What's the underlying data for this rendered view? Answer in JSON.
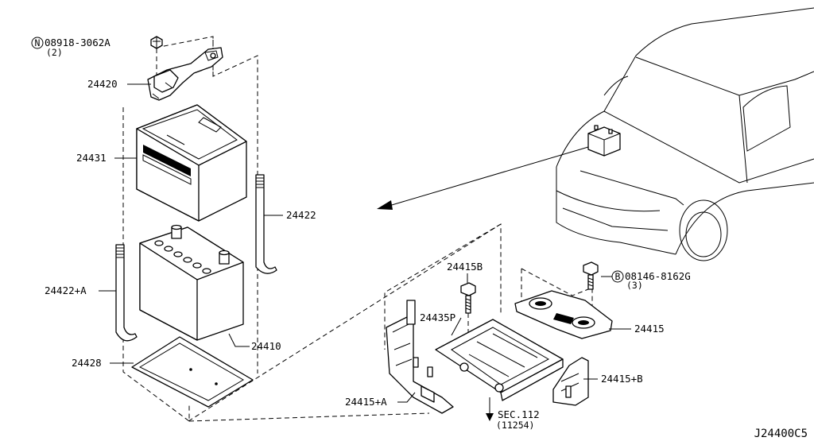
{
  "diagram": {
    "code": "J24400C5",
    "callouts": [
      {
        "id": "nut",
        "prefix": "N",
        "text": "08918-3062A",
        "qty": "(2)"
      },
      {
        "id": "bolt",
        "prefix": "B",
        "text": "08146-8162G",
        "qty": "(3)"
      }
    ],
    "labels": {
      "p24420": "24420",
      "p24431": "24431",
      "p24422": "24422",
      "p24422a": "24422+A",
      "p24410": "24410",
      "p24428": "24428",
      "p24415b_top": "24415B",
      "p24435p": "24435P",
      "p24415": "24415",
      "p24415b": "24415+B",
      "p24415a": "24415+A"
    },
    "section_ref": {
      "text": "SEC.112",
      "sub": "(11254)"
    }
  }
}
